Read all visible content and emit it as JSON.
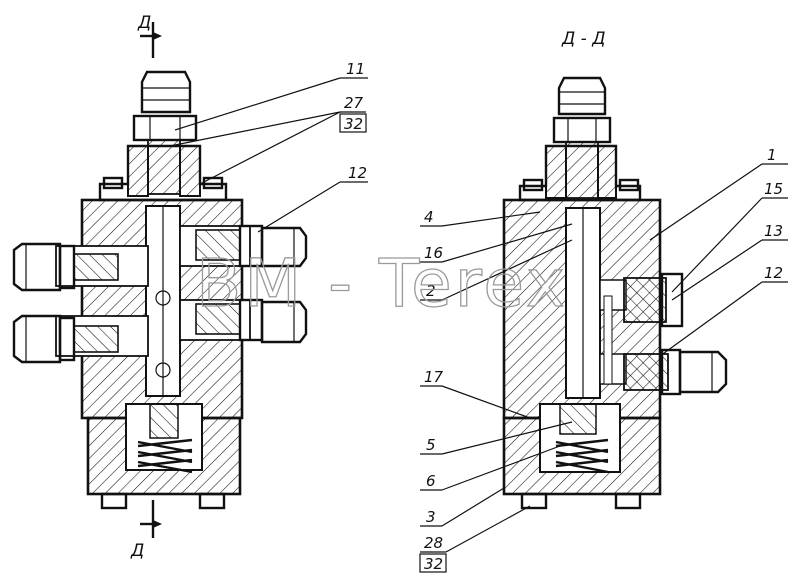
{
  "section_mark_top": "Д",
  "section_mark_bottom": "Д",
  "section_title": "Д - Д",
  "watermark": "BM - Terex",
  "left_labels": {
    "l11": "11",
    "l27": "27",
    "l32": "32",
    "l12": "12"
  },
  "right_labels": {
    "l1": "1",
    "l15": "15",
    "l13": "13",
    "l12": "12",
    "l4": "4",
    "l16": "16",
    "l2": "2",
    "l17": "17",
    "l5": "5",
    "l6": "6",
    "l3": "3",
    "l28": "28",
    "l32": "32"
  },
  "colors": {
    "ink": "#111111",
    "watermark": "#9a9a9a",
    "paper": "#ffffff"
  }
}
